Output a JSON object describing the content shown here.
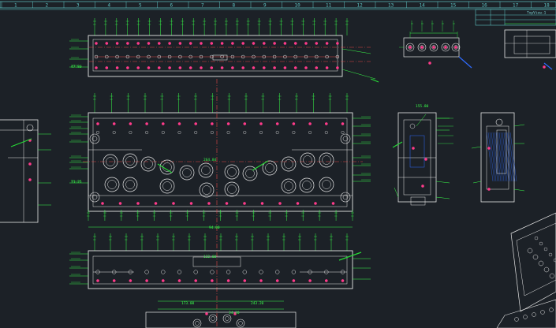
{
  "viewport": {
    "title": "",
    "background": "#1c2127"
  },
  "colors": {
    "geometry": "#e6e6e6",
    "dimension": "#39ff4a",
    "ruler": "#5fc6c6",
    "center_line": "#e64646",
    "highlight": "#ff3b8a",
    "accent_blue": "#2e6bff",
    "leader_green": "#27d936"
  },
  "ruler": {
    "labels": [
      "1",
      "2",
      "3",
      "4",
      "5",
      "6",
      "7",
      "8",
      "9",
      "10",
      "11",
      "12",
      "13",
      "14",
      "15",
      "16",
      "17",
      "18"
    ]
  },
  "title_block": {
    "text": "TopView-1"
  },
  "dimensions": {
    "overall_width": "94.00",
    "center_top": "264.84",
    "bottom_1": "243.20",
    "bottom_2": "173.00",
    "bottom_3": "34.20",
    "center_mid": "132.60",
    "side_top": "155.80",
    "left_a": "71.25",
    "left_b": "47.80"
  },
  "icons": {
    "selection_marker": "pink-star-icon",
    "leader_arrow": "arrow-icon"
  }
}
